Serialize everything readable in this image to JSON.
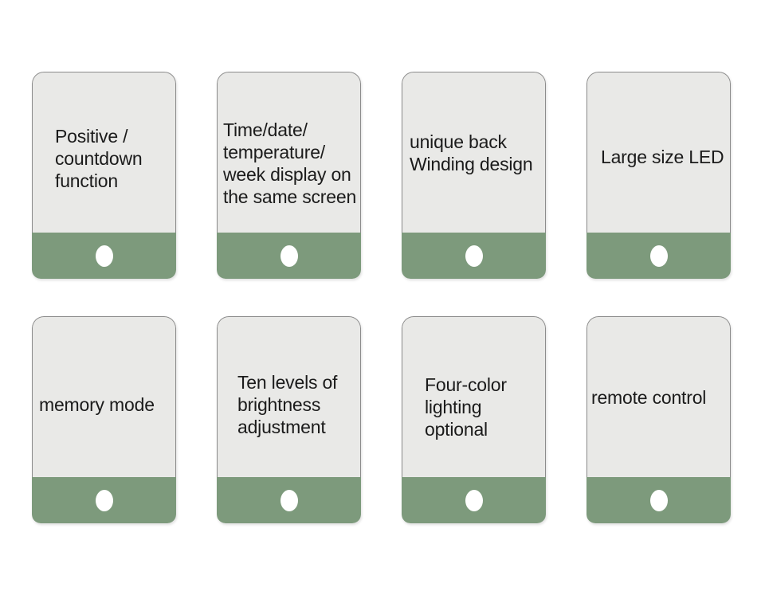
{
  "colors": {
    "card_body": "#e9e9e7",
    "card_footer_green": "#7d9a7c",
    "card_border": "#8c8c8c",
    "text": "#1b1b1b",
    "dot": "#ffffff",
    "page_bg": "#ffffff"
  },
  "cards": [
    {
      "label": "Positive /\ncountdown\nfunction"
    },
    {
      "label": "Time/date/\ntemperature/\nweek display on\nthe same screen"
    },
    {
      "label": "unique back\nWinding design"
    },
    {
      "label": "Large size LED"
    },
    {
      "label": "memory mode"
    },
    {
      "label": "Ten levels of\nbrightness\nadjustment"
    },
    {
      "label": "Four-color\nlighting\noptional"
    },
    {
      "label": "remote control"
    }
  ]
}
